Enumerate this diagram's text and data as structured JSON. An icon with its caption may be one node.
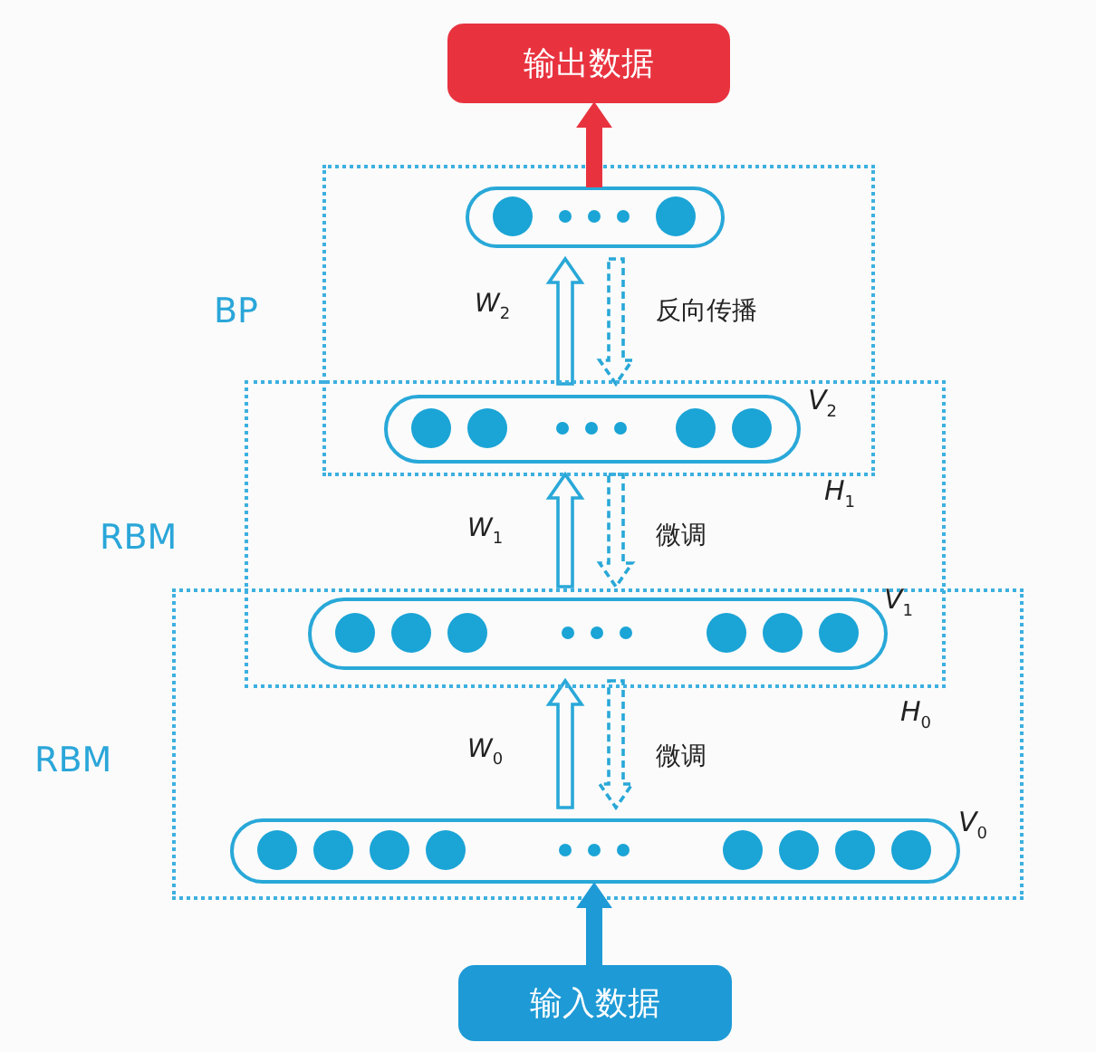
{
  "diagram": {
    "nodes": [
      {
        "text": [
          "输出数据"
        ]
      },
      {
        "text": [
          "BP"
        ]
      },
      {
        "text": [
          "RBM"
        ]
      },
      {
        "text": [
          "RBM"
        ]
      },
      {
        "text": [],
        "shape": "bar",
        "in": 1
      },
      {
        "text": [],
        "shape": "bar",
        "beside": [
          "V$_{2}$"
        ]
      },
      {
        "text": [],
        "shape": "bar",
        "beside": [
          "V$_{1}$"
        ]
      },
      {
        "text": [],
        "shape": "bar",
        "beside": [
          "V$_{0}$"
        ],
        "in": 3
      },
      {
        "text": [
          "输入数据"
        ]
      }
    ],
    "edges": [
      {
        "from": 4,
        "to": 0,
        "arrow": "to",
        "style": "thick",
        "color": "#e8333f"
      },
      {
        "from": 5,
        "to": 4,
        "arrow": "to",
        "label": "W$_{2}$"
      },
      {
        "from": 4,
        "to": 5,
        "arrow": "to",
        "style": "dashed",
        "label": "反向传播"
      },
      {
        "from": 6,
        "to": 5,
        "arrow": "to",
        "label": "W$_{1}$"
      },
      {
        "from": 5,
        "to": 6,
        "arrow": "to",
        "style": "dashed",
        "label": "微调"
      },
      {
        "from": 7,
        "to": 6,
        "arrow": "to",
        "label": "W$_{0}$"
      },
      {
        "from": 6,
        "to": 7,
        "arrow": "to",
        "style": "dashed",
        "label": "微调"
      },
      {
        "from": 8,
        "to": 7,
        "arrow": "to",
        "style": "thick",
        "color": "#1e9ad6"
      }
    ],
    "labels": [
      "H$_{1}$",
      "H$_{0}$"
    ]
  }
}
